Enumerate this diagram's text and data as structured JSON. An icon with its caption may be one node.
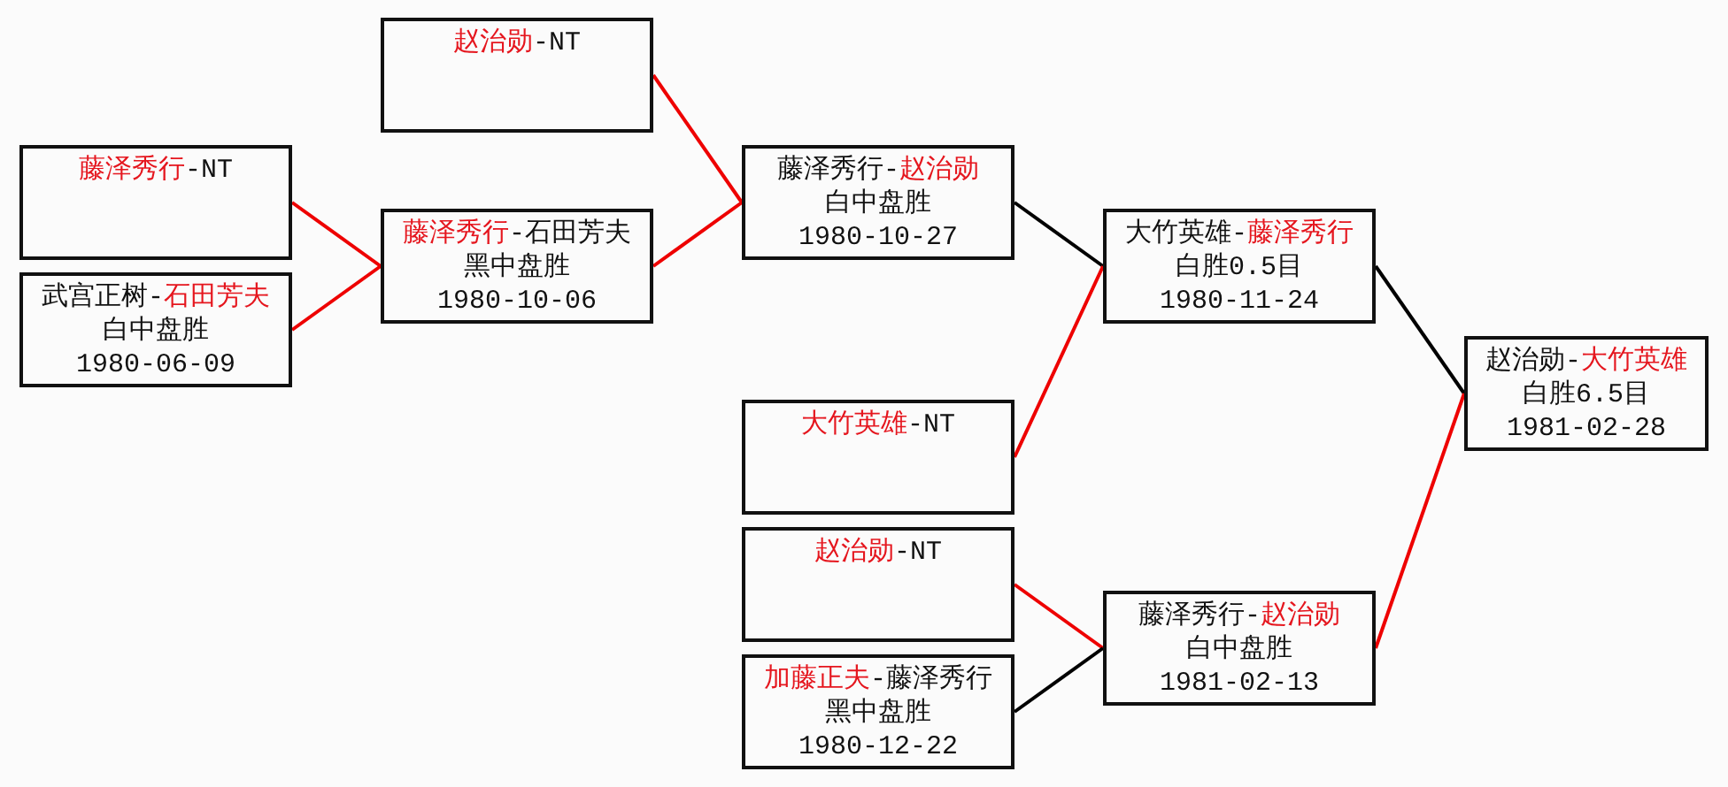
{
  "diagram": {
    "nodes": [
      {
        "text": [
          "藤泽秀行-NT"
        ]
      },
      {
        "text": [
          "武宫正树-石田芳夫",
          "白中盘胜",
          "1980-06-09"
        ]
      },
      {
        "text": [
          "赵治勋-NT"
        ]
      },
      {
        "text": [
          "藤泽秀行-石田芳夫",
          "黑中盘胜",
          "1980-10-06"
        ]
      },
      {
        "text": [
          "藤泽秀行-赵治勋",
          "白中盘胜",
          "1980-10-27"
        ]
      },
      {
        "text": [
          "大竹英雄-NT"
        ]
      },
      {
        "text": [
          "大竹英雄-藤泽秀行",
          "白胜0.5目",
          "1980-11-24"
        ]
      },
      {
        "text": [
          "赵治勋-NT"
        ]
      },
      {
        "text": [
          "加藤正夫-藤泽秀行",
          "黑中盘胜",
          "1980-12-22"
        ]
      },
      {
        "text": [
          "藤泽秀行-赵治勋",
          "白中盘胜",
          "1981-02-13"
        ]
      },
      {
        "text": [
          "赵治勋-大竹英雄",
          "白胜6.5目",
          "1981-02-28"
        ]
      }
    ],
    "edges": [
      {
        "from": 0,
        "to": 3,
        "arrow": "none"
      },
      {
        "from": 1,
        "to": 3,
        "arrow": "none"
      },
      {
        "from": 2,
        "to": 4,
        "arrow": "none"
      },
      {
        "from": 3,
        "to": 4,
        "arrow": "none"
      },
      {
        "from": 4,
        "to": 6,
        "arrow": "none",
        "color": "#000000"
      },
      {
        "from": 5,
        "to": 6,
        "arrow": "none"
      },
      {
        "from": 6,
        "to": 10,
        "arrow": "none",
        "color": "#000000"
      },
      {
        "from": 7,
        "to": 9,
        "arrow": "none"
      },
      {
        "from": 8,
        "to": 9,
        "arrow": "none",
        "color": "#000000"
      },
      {
        "from": 9,
        "to": 10,
        "arrow": "none"
      }
    ]
  }
}
